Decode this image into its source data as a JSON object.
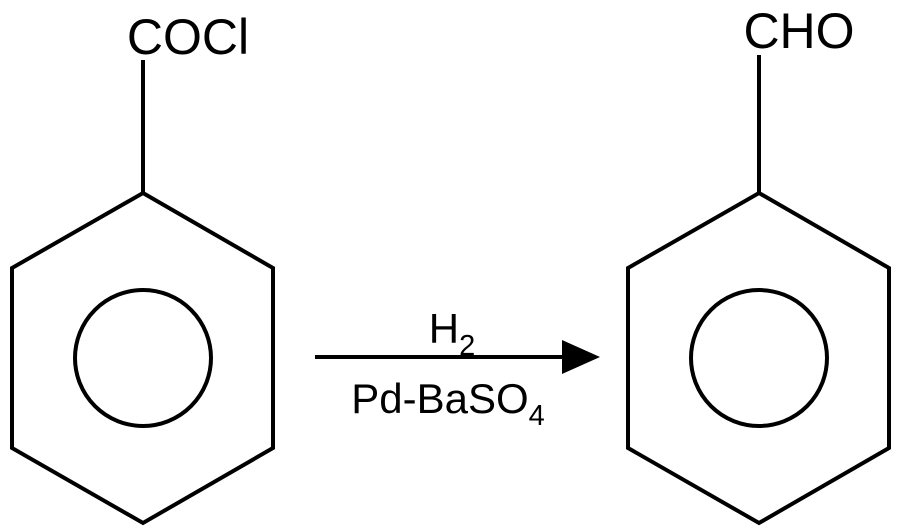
{
  "reactant": {
    "group_label": "COCl"
  },
  "product": {
    "group_label": "CHO"
  },
  "arrow": {
    "reagent_above": {
      "base": "H",
      "sub": "2"
    },
    "reagent_below": {
      "base": "Pd-BaSO",
      "sub": "4"
    }
  },
  "colors": {
    "ink": "#000000",
    "background": "#ffffff"
  }
}
